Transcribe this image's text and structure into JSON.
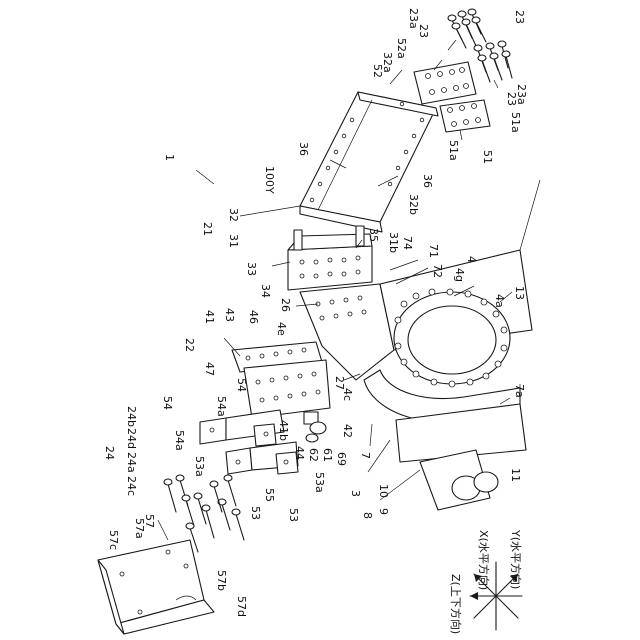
{
  "labels": {
    "l_23a_top": "23a",
    "l_23_top1": "23",
    "l_23_top2": "23",
    "l_52a": "52a",
    "l_32a": "32a",
    "l_52": "52",
    "l_23_mid": "23",
    "l_23a_mid": "23a",
    "l_51a_r": "51a",
    "l_51a_l": "51a",
    "l_51": "51",
    "l_1": "1",
    "l_36_a": "36",
    "l_36_b": "36",
    "l_100y": "100Y",
    "l_32b": "32b",
    "l_21": "21",
    "l_32": "32",
    "l_31": "31",
    "l_35": "35",
    "l_31b": "31b",
    "l_74": "74",
    "l_71": "71",
    "l_33": "33",
    "l_72": "72",
    "l_4g": "4g",
    "l_4": "4",
    "l_34": "34",
    "l_26": "26",
    "l_4e": "4e",
    "l_13": "13",
    "l_4a": "4a",
    "l_41": "41",
    "l_43": "43",
    "l_46": "46",
    "l_22": "22",
    "l_47": "47",
    "l_27": "27",
    "l_7a": "7a",
    "l_4c": "4c",
    "l_54_a": "54",
    "l_54_b": "54",
    "l_54a_a": "54a",
    "l_54a_b": "54a",
    "l_41b": "41b",
    "l_42": "42",
    "l_44": "44",
    "l_62": "62",
    "l_61": "61",
    "l_69": "69",
    "l_7": "7",
    "l_53a_a": "53a",
    "l_53a_b": "53a",
    "l_55": "55",
    "l_53_a": "53",
    "l_53_b": "53",
    "l_24b": "24b",
    "l_24d": "24d",
    "l_24a": "24a",
    "l_24c": "24c",
    "l_24": "24",
    "l_10": "10",
    "l_11": "11",
    "l_9": "9",
    "l_3": "3",
    "l_8": "8",
    "l_57c": "57c",
    "l_57a": "57a",
    "l_57": "57",
    "l_57b": "57b",
    "l_57d": "57d"
  },
  "axes": {
    "z": "Z(上下方向)",
    "x": "X(水平方向)",
    "y": "Y(水平方向)"
  }
}
